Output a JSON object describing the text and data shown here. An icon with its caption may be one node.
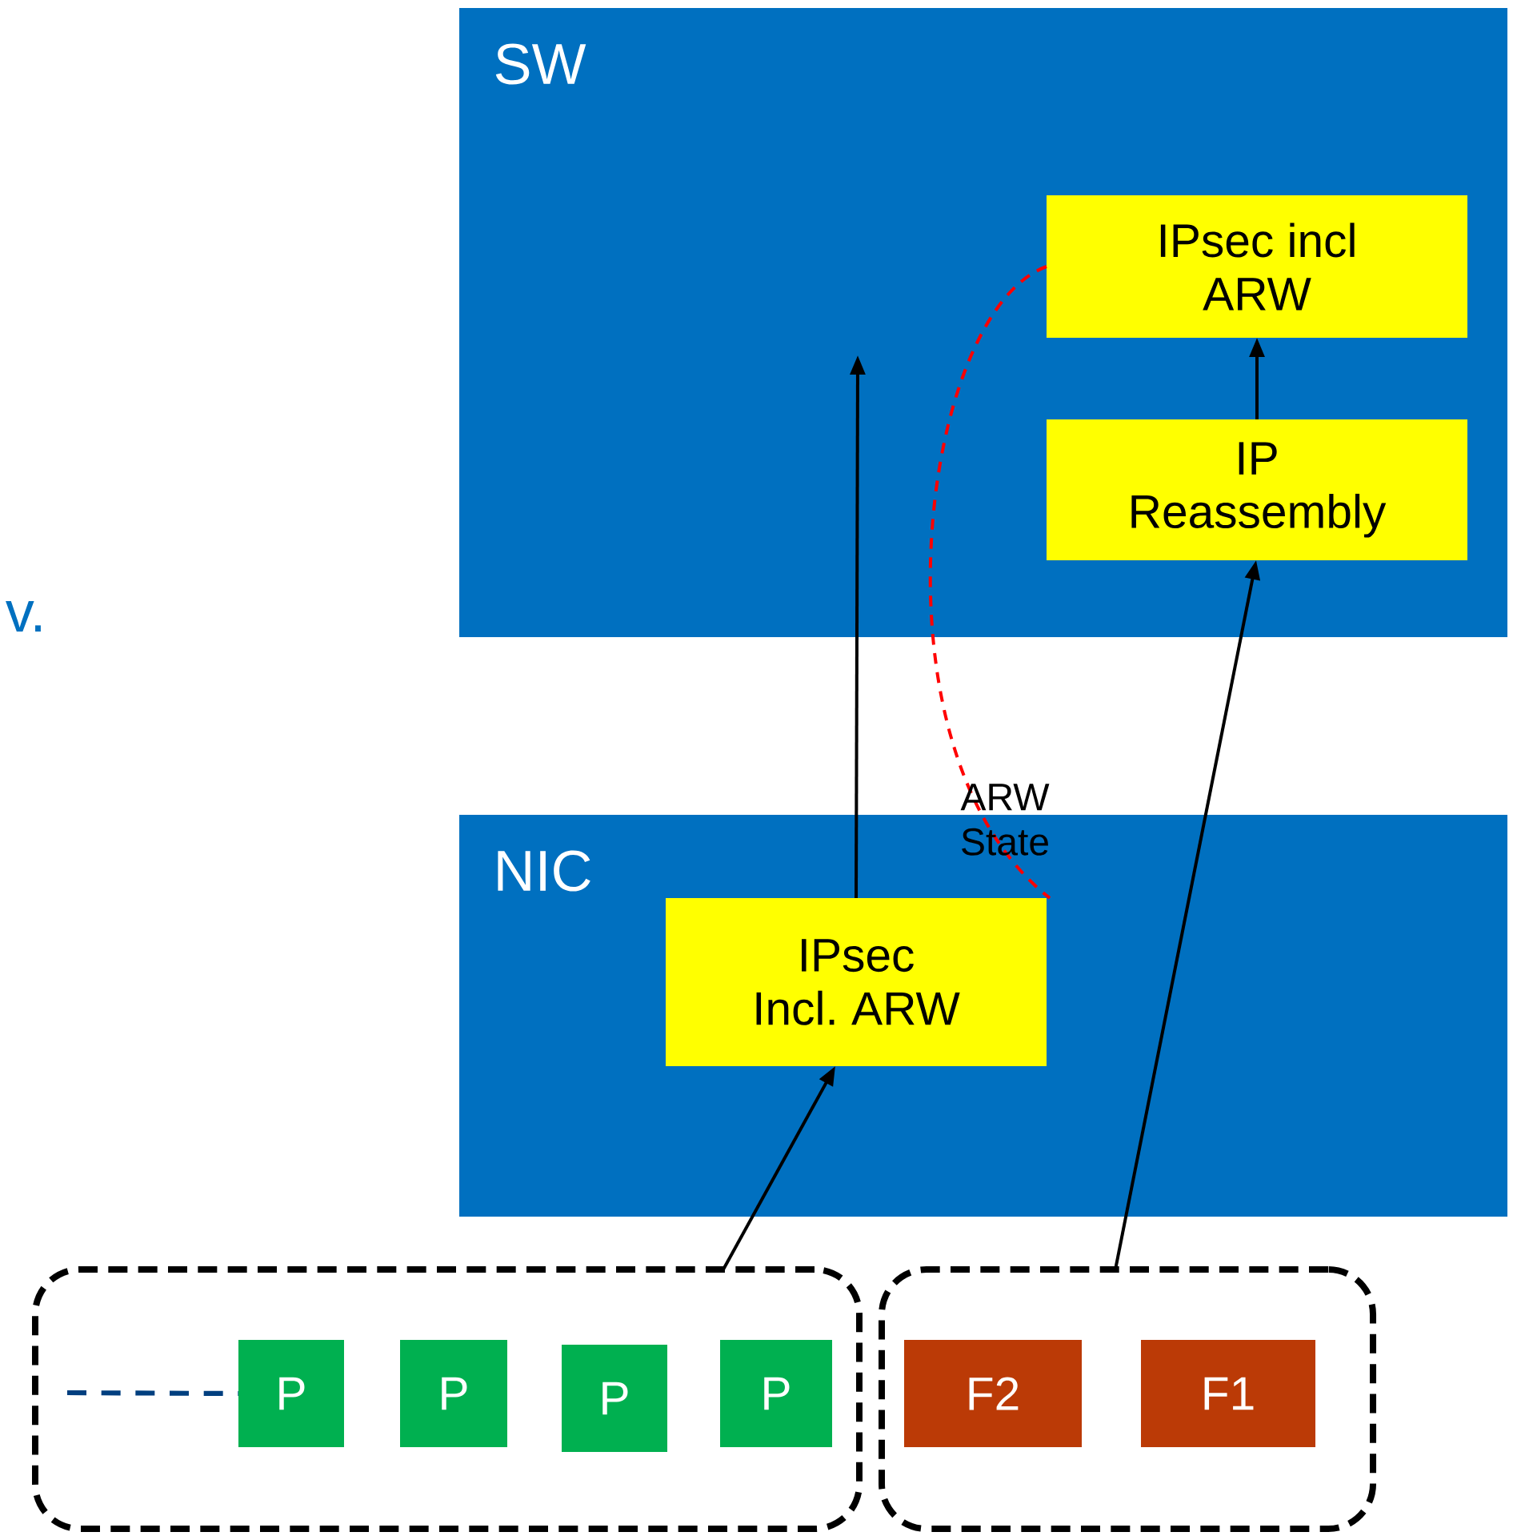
{
  "diagram": {
    "nodes": [
      {
        "text": [
          "SW"
        ]
      },
      {
        "text": [
          "IPsec incl ARW"
        ],
        "in": 0
      },
      {
        "text": [
          "IP Reassembly"
        ],
        "in": 0
      },
      {
        "text": [
          "NIC"
        ]
      },
      {
        "text": [
          "IPsec Incl. ARW"
        ],
        "in": 3
      },
      {
        "text": [],
        "shape": "box"
      },
      {
        "text": [
          "P"
        ],
        "in": 5
      },
      {
        "text": [
          "P"
        ],
        "in": 5
      },
      {
        "text": [
          "P"
        ],
        "in": 5
      },
      {
        "text": [
          "P"
        ],
        "in": 5
      },
      {
        "text": [],
        "shape": "box"
      },
      {
        "text": [
          "F2"
        ],
        "in": 10
      },
      {
        "text": [
          "F1"
        ],
        "in": 10
      }
    ],
    "edges": [
      {
        "from": 5,
        "to": 4,
        "arrow": "to"
      },
      {
        "from": 4,
        "to": null,
        "arrow": "to"
      },
      {
        "from": 10,
        "to": 2,
        "arrow": "to"
      },
      {
        "from": 2,
        "to": 1,
        "arrow": "to"
      },
      {
        "from": 1,
        "to": 4,
        "arrow": "none",
        "label": "ARW State",
        "style": "dashed",
        "color": "#ff0000"
      },
      {
        "from": null,
        "to": 6,
        "arrow": "none",
        "style": "dashed",
        "color": "#003f7f"
      }
    ],
    "labels": [
      "v."
    ]
  }
}
